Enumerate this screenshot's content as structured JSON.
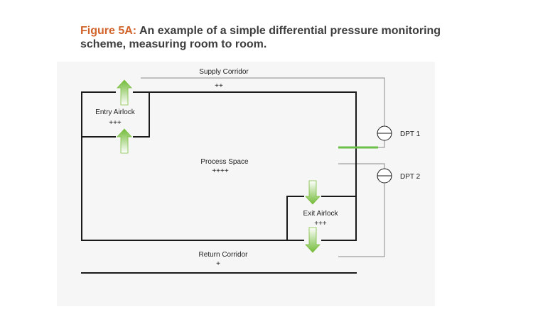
{
  "caption": {
    "figure_label": "Figure 5A:",
    "text": "An example of a simple differential pressure monitoring scheme, measuring room to room."
  },
  "labels": {
    "supply_corridor": "Supply Corridor",
    "supply_pressure": "++",
    "entry_airlock": "Entry Airlock",
    "entry_pressure": "+++",
    "process_space": "Process Space",
    "process_pressure": "++++",
    "exit_airlock": "Exit Airlock",
    "exit_pressure": "+++",
    "return_corridor": "Return Corridor",
    "return_pressure": "+",
    "dpt1": "DPT 1",
    "dpt2": "DPT 2"
  },
  "colors": {
    "figure_label": "#d2632b",
    "caption_text": "#3d3d3d",
    "wall": "#1a1a1a",
    "pipe": "#8a8a8a",
    "airflow_arrow": "#7cbf3f",
    "highlight_bar": "#6cc04a"
  },
  "icons": {
    "airflow_up": "green-up-arrow",
    "airflow_down": "green-down-arrow",
    "pressure_transmitter": "gauge-circle-symbol"
  }
}
